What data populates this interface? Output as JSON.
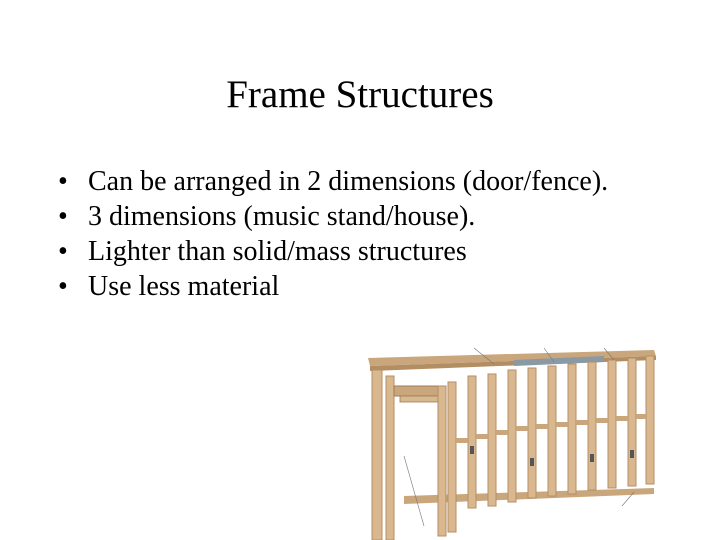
{
  "slide": {
    "title": "Frame Structures",
    "bullets": [
      {
        "marker": "•",
        "text": "Can be arranged in 2 dimensions (door/fence)."
      },
      {
        "marker": "•",
        "text": "3 dimensions (music stand/house)."
      },
      {
        "marker": "•",
        "text": "Lighter than solid/mass structures"
      },
      {
        "marker": "•",
        "text": "Use less material"
      }
    ]
  },
  "figure": {
    "icon": "wall-framing-diagram",
    "colors": {
      "wood": "#d9b890",
      "wood_dark": "#b48e63",
      "metal": "#8a9aa4"
    }
  }
}
